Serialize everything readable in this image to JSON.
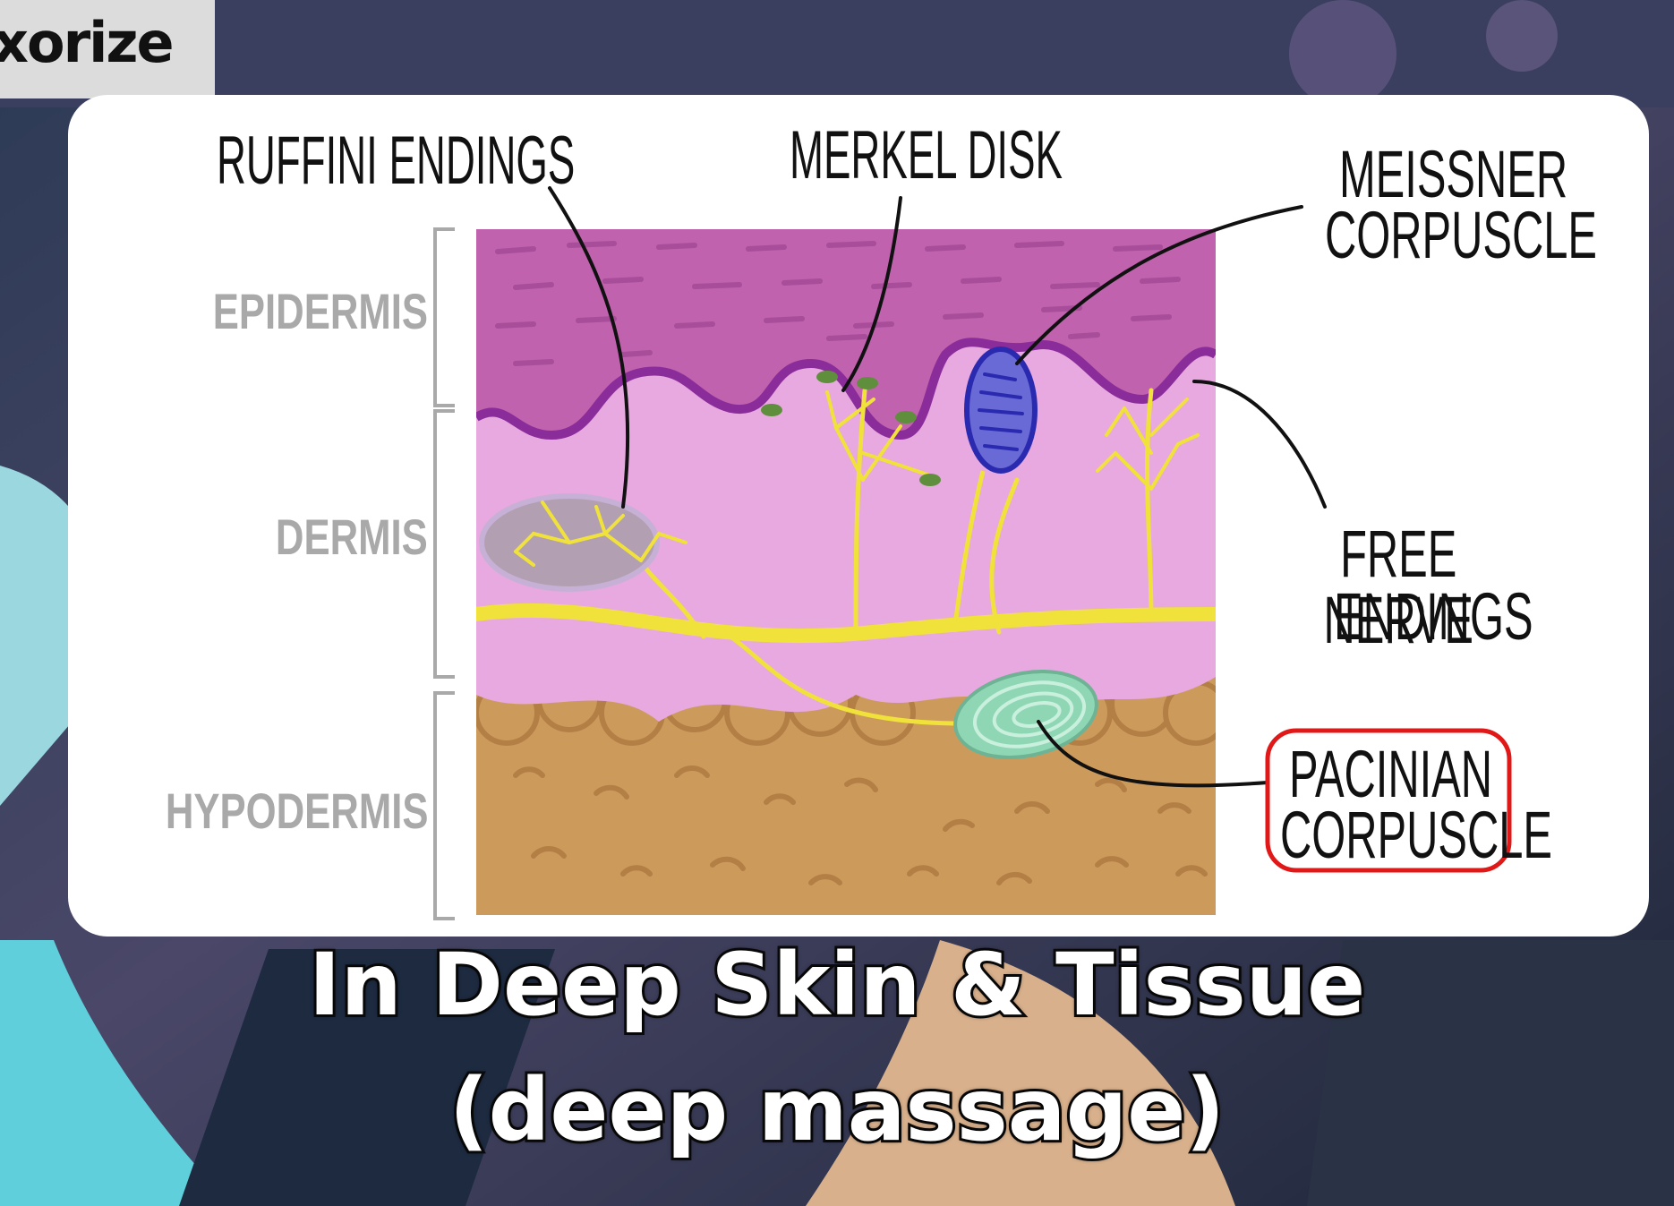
{
  "brand": {
    "text": "xorize"
  },
  "diagram": {
    "layers": {
      "epidermis": "EPIDERMIS",
      "dermis": "DERMIS",
      "hypodermis": "HYPODERMIS"
    },
    "labels": {
      "ruffini": "RUFFINI ENDINGS",
      "merkel": "MERKEL DISK",
      "meissner_line1": "MEISSNER",
      "meissner_line2": "CORPUSCLE",
      "free_line1": "FREE NERVE",
      "free_line2": "ENDINGS",
      "pacinian_line1": "PACINIAN",
      "pacinian_line2": "CORPUSCLE"
    },
    "colors": {
      "epidermis": "#c062ae",
      "dermis": "#e7a9df",
      "hypodermis": "#cc9b5c",
      "nerve": "#f0e23a",
      "highlight_box": "#e01818"
    }
  },
  "caption": {
    "line1": "In Deep Skin & Tissue",
    "line2": "(deep massage)"
  }
}
